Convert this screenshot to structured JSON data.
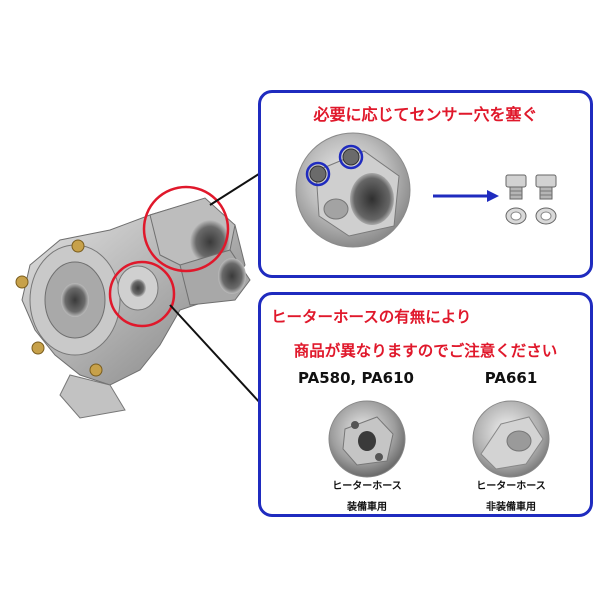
{
  "top_panel": {
    "title": "必要に応じてセンサー穴を塞ぐ"
  },
  "bottom_panel": {
    "line1": "ヒーターホースの有無により",
    "line2": "商品が異なりますのでご注意ください",
    "models": [
      {
        "name": "PA580, PA610",
        "caption_line1": "ヒーターホース",
        "caption_line2": "装備車用"
      },
      {
        "name": "PA661",
        "caption_line1": "ヒーターホース",
        "caption_line2": "非装備車用"
      }
    ]
  },
  "colors": {
    "panel_border": "#1f2bbf",
    "headline": "#e0182b",
    "highlight_circle": "#e0182b",
    "arrow": "#1f2bbf"
  },
  "icons": [
    "water-pump-housing-photo",
    "sensor-hole-closeup-photo",
    "blue-right-arrow-icon",
    "plug-bolt-icon",
    "washer-icon"
  ]
}
